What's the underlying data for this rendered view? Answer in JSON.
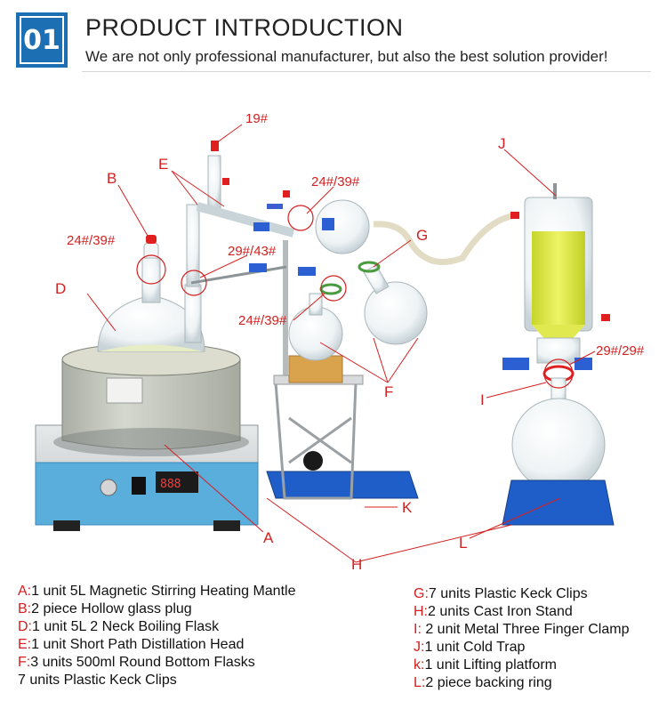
{
  "header": {
    "badge_number": "01",
    "title": "PRODUCT  INTRODUCTION",
    "subtitle": "We are not only professional manufacturer, but also the best solution provider!"
  },
  "colors": {
    "brand_blue": "#1c6fb3",
    "label_red": "#d42020",
    "mantle_gray": "#c9ccc3",
    "base_blue": "#56a8d9",
    "stand_blue": "#1f5ec9",
    "cold_trap_liquid": "#d8e838",
    "cork": "#d9a24c"
  },
  "diagram": {
    "callout_labels": {
      "19": "19#",
      "E": "E",
      "B": "B",
      "24_39_top": "24#/39#",
      "24_39_left": "24#/39#",
      "D": "D",
      "29_43": "29#/43#",
      "G": "G",
      "J": "J",
      "29_29": "29#/29#",
      "24_39_bottom": "24#/39#",
      "F": "F",
      "I": "I",
      "K": "K",
      "A": "A",
      "L": "L",
      "H": "H"
    }
  },
  "parts_list": {
    "left": [
      {
        "key": "A:",
        "text": "1 unit 5L Magnetic Stirring Heating Mantle"
      },
      {
        "key": "B:",
        "text": "2 piece Hollow glass plug"
      },
      {
        "key": "D:",
        "text": "1 unit 5L 2 Neck Boiling Flask"
      },
      {
        "key": "E:",
        "text": "1 unit Short Path Distillation Head"
      },
      {
        "key": "F:",
        "text": "3 units 500ml Round Bottom Flasks"
      },
      {
        "key": "",
        "text": "7 units Plastic Keck Clips"
      }
    ],
    "right": [
      {
        "key": "G:",
        "text": "7 units Plastic Keck Clips"
      },
      {
        "key": "H:",
        "text": "2 units Cast Iron Stand"
      },
      {
        "key": "I:",
        "text": " 2 unit Metal Three Finger Clamp"
      },
      {
        "key": "J:",
        "text": "1 unit Cold Trap"
      },
      {
        "key": "k:",
        "text": "1 unit Lifting platform"
      },
      {
        "key": "L:",
        "text": "2 piece backing ring"
      }
    ]
  }
}
